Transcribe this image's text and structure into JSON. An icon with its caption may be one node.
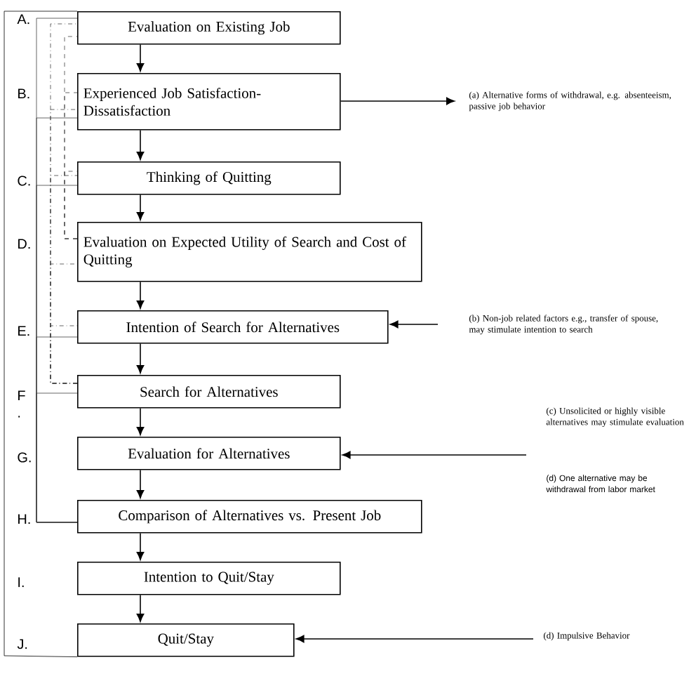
{
  "diagram": {
    "nodes": [
      {
        "text": [
          "Evaluation on Existing Job"
        ],
        "beside": [
          "A."
        ]
      },
      {
        "text": [
          "Experienced Job Satisfaction-Dissatisfaction"
        ],
        "beside": [
          "B."
        ]
      },
      {
        "text": [
          "Thinking of Quitting"
        ],
        "beside": [
          "C."
        ]
      },
      {
        "text": [
          "Evaluation on Expected Utility of Search and Cost of Quitting"
        ],
        "beside": [
          "D."
        ]
      },
      {
        "text": [
          "Intention of Search for Alternatives"
        ],
        "beside": [
          "E."
        ]
      },
      {
        "text": [
          "Search for Alternatives"
        ],
        "beside": [
          "F",
          "."
        ]
      },
      {
        "text": [
          "Evaluation for Alternatives"
        ],
        "beside": [
          "G."
        ]
      },
      {
        "text": [
          "Comparison of Alternatives vs. Present Job"
        ],
        "beside": [
          "H."
        ]
      },
      {
        "text": [
          "Intention to Quit/Stay"
        ],
        "beside": [
          "I."
        ]
      },
      {
        "text": [
          "Quit/Stay"
        ],
        "beside": [
          "J."
        ]
      },
      {
        "text": [
          "(a) Alternative forms of withdrawal, e.g. absenteeism, passive job behavior"
        ]
      },
      {
        "text": [
          "(b) Non-job related factors e.g., transfer of spouse, may stimulate intention to search"
        ]
      },
      {
        "text": [
          "(c) Unsolicited or highly visible alternatives may stimulate evaluation"
        ]
      },
      {
        "text": [
          "(d) Impulsive Behavior"
        ]
      }
    ],
    "edges": [
      {
        "from": 0,
        "to": 1,
        "arrow": "to"
      },
      {
        "from": 1,
        "to": 2,
        "arrow": "to"
      },
      {
        "from": 2,
        "to": 3,
        "arrow": "to"
      },
      {
        "from": 3,
        "to": 4,
        "arrow": "to"
      },
      {
        "from": 4,
        "to": 5,
        "arrow": "to"
      },
      {
        "from": 5,
        "to": 6,
        "arrow": "to"
      },
      {
        "from": 6,
        "to": 7,
        "arrow": "to"
      },
      {
        "from": 7,
        "to": 8,
        "arrow": "to"
      },
      {
        "from": 8,
        "to": 9,
        "arrow": "to"
      },
      {
        "from": 1,
        "to": 10,
        "arrow": "to"
      },
      {
        "from": 11,
        "to": 4,
        "arrow": "to"
      },
      {
        "from": 12,
        "to": 6,
        "arrow": "to"
      },
      {
        "from": 13,
        "to": 9,
        "arrow": "to"
      },
      {
        "from": 9,
        "to": 0,
        "arrow": "none"
      },
      {
        "from": 7,
        "to": 0,
        "arrow": "none"
      },
      {
        "from": 7,
        "to": 1,
        "arrow": "none"
      },
      {
        "from": 7,
        "to": 2,
        "arrow": "none"
      },
      {
        "from": 7,
        "to": 4,
        "arrow": "none"
      },
      {
        "from": 7,
        "to": 5,
        "arrow": "none"
      },
      {
        "from": 5,
        "to": 0,
        "arrow": "none",
        "style": "dashed"
      },
      {
        "from": 5,
        "to": 1,
        "arrow": "none",
        "style": "dashed"
      },
      {
        "from": 5,
        "to": 2,
        "arrow": "none",
        "style": "dashed"
      },
      {
        "from": 5,
        "to": 3,
        "arrow": "none",
        "style": "dashed"
      },
      {
        "from": 5,
        "to": 4,
        "arrow": "none",
        "style": "dashed"
      },
      {
        "from": 3,
        "to": 0,
        "arrow": "none",
        "style": "dashed"
      },
      {
        "from": 3,
        "to": 1,
        "arrow": "none",
        "style": "dashed"
      },
      {
        "from": 3,
        "to": 2,
        "arrow": "none",
        "style": "dashed"
      }
    ],
    "labels": [
      "(d) One alternative may be withdrawal from labor market"
    ]
  }
}
